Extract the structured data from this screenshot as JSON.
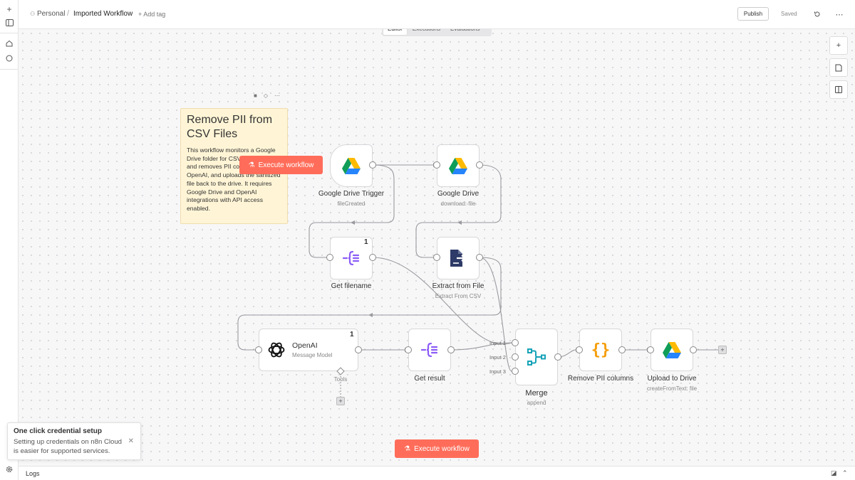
{
  "header": {
    "breadcrumb_owner": "Personal",
    "breadcrumb_sep": "/",
    "workflow_name": "Imported Workflow",
    "add_tag": "+ Add tag",
    "publish": "Publish",
    "saved": "Saved"
  },
  "tabs": [
    "Editor",
    "Executions",
    "Evaluations"
  ],
  "sticky": {
    "title": "Remove PII from CSV Files",
    "body": "This workflow monitors a Google Drive folder for CSV files, identifies and removes PII columns using OpenAI, and uploads the sanitized file back to the drive. It requires Google Drive and OpenAI integrations with API access enabled."
  },
  "nodes": {
    "gdrive_trigger": {
      "label": "Google Drive Trigger",
      "sub": "fileCreated"
    },
    "gdrive": {
      "label": "Google Drive",
      "sub": "download: file"
    },
    "get_filename": {
      "label": "Get filename",
      "badge": "1"
    },
    "extract": {
      "label": "Extract from File",
      "sub": "Extract From CSV"
    },
    "openai": {
      "label": "OpenAI",
      "sub": "Message Model",
      "badge": "1",
      "tools": "Tools"
    },
    "get_result": {
      "label": "Get result"
    },
    "merge": {
      "label": "Merge",
      "sub": "append",
      "inputs": [
        "Input 1",
        "Input 2",
        "Input 3"
      ]
    },
    "remove_pii": {
      "label": "Remove PII columns"
    },
    "upload": {
      "label": "Upload to Drive",
      "sub": "createFromText: file"
    }
  },
  "execute_workflow": "Execute workflow",
  "toast": {
    "title": "One click credential setup",
    "body": "Setting up credentials on n8n Cloud is easier for supported services."
  },
  "logs": "Logs",
  "colors": {
    "accent": "#ff6d5a",
    "sticky_bg": "#fff5d6",
    "code_orange": "#f59e0b",
    "edit_purple": "#7c3aed",
    "merge_teal": "#16a3b8",
    "extract_navy": "#2e3a67"
  },
  "icons": [
    "plus-icon",
    "sidebar-toggle-icon",
    "home-icon",
    "chat-icon",
    "settings-icon",
    "history-icon",
    "more-icon",
    "user-icon",
    "zoom-in-icon",
    "note-icon",
    "panel-icon",
    "trash-icon",
    "color-icon",
    "flask-icon",
    "google-drive-icon",
    "edit-fields-icon",
    "extract-file-icon",
    "openai-icon",
    "merge-icon",
    "code-icon"
  ]
}
